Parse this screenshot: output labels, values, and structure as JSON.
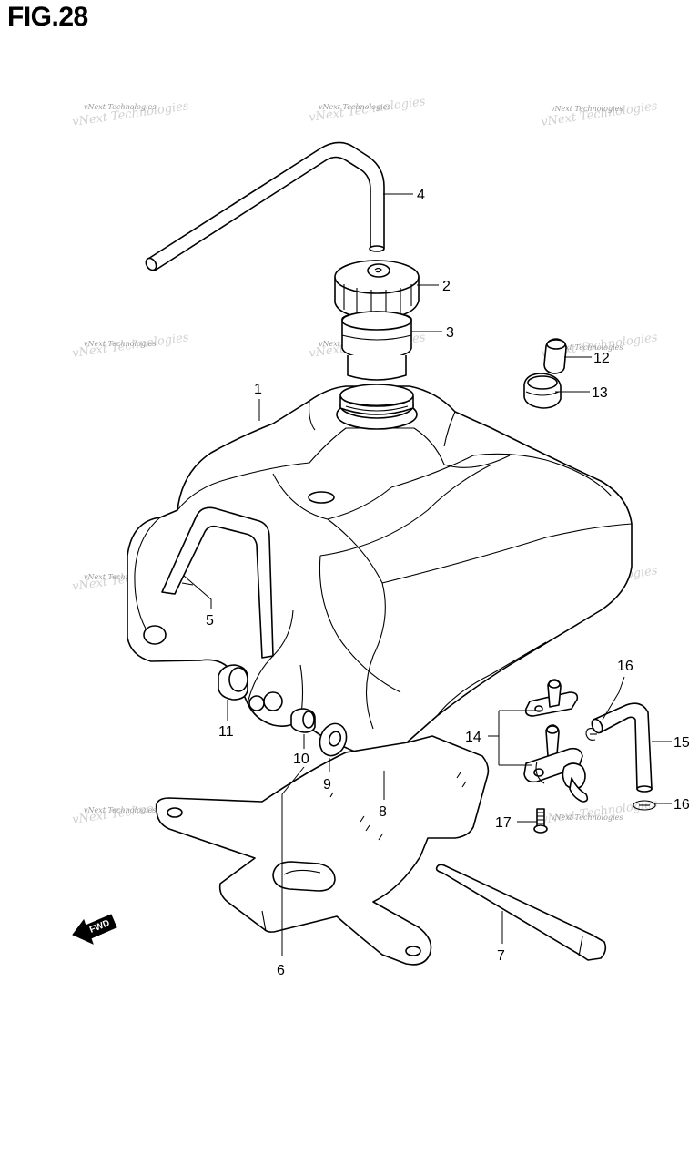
{
  "figure": {
    "title": "FIG.28"
  },
  "watermark": {
    "text": "vNext Technologies"
  },
  "direction_marker": {
    "label": "FWD"
  },
  "callouts": [
    {
      "id": "1",
      "label": "1"
    },
    {
      "id": "2",
      "label": "2"
    },
    {
      "id": "3",
      "label": "3"
    },
    {
      "id": "4",
      "label": "4"
    },
    {
      "id": "5",
      "label": "5"
    },
    {
      "id": "6",
      "label": "6"
    },
    {
      "id": "7",
      "label": "7"
    },
    {
      "id": "8",
      "label": "8"
    },
    {
      "id": "9",
      "label": "9"
    },
    {
      "id": "10",
      "label": "10"
    },
    {
      "id": "11",
      "label": "11"
    },
    {
      "id": "12",
      "label": "12"
    },
    {
      "id": "13",
      "label": "13"
    },
    {
      "id": "14",
      "label": "14"
    },
    {
      "id": "15",
      "label": "15"
    },
    {
      "id": "16a",
      "label": "16"
    },
    {
      "id": "16b",
      "label": "16"
    },
    {
      "id": "17",
      "label": "17"
    }
  ]
}
